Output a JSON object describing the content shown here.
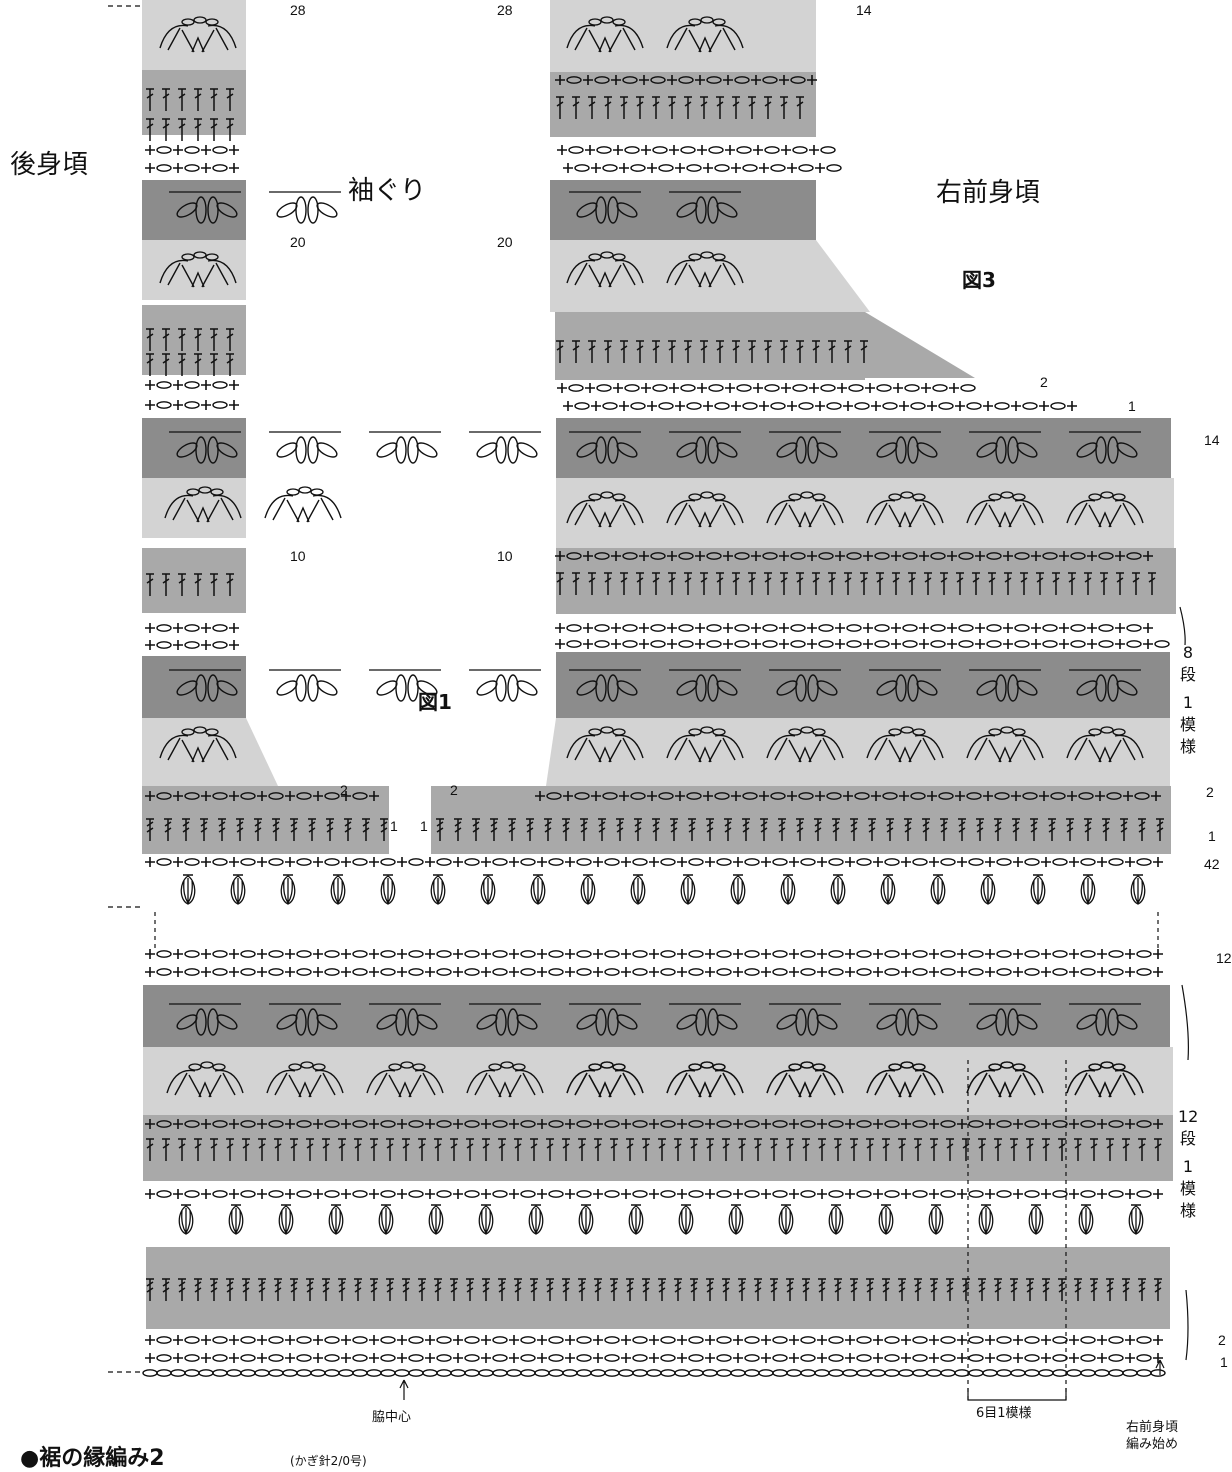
{
  "titles": {
    "back": "後身頃",
    "armhole": "袖ぐり",
    "front": "右前身頃",
    "fig1": "図1",
    "fig3": "図3"
  },
  "row_labels": {
    "back_28": "28",
    "back_20": "20",
    "back_10": "10",
    "back_2": "2",
    "back_1": "1",
    "front_28": "28",
    "front_14_top": "14",
    "front_20": "20",
    "front_2_top": "2",
    "front_1_top": "1",
    "front_14": "14",
    "front_10": "10",
    "front_2_left": "2",
    "front_1_left": "1",
    "right_2": "2",
    "right_1": "1",
    "right_42": "42",
    "right_12": "12",
    "bottom_2": "2",
    "bottom_1": "1"
  },
  "side_notes": {
    "upper": [
      "8",
      "段",
      "1",
      "模",
      "様"
    ],
    "lower": [
      "12",
      "段",
      "1",
      "模",
      "様"
    ]
  },
  "captions": {
    "side_center": "脇中心",
    "repeat": "6目1模様",
    "start_line1": "右前身頃",
    "start_line2": "編み始め",
    "bottom_heading": "●裾の縁編み2",
    "bottom_note": "(かぎ針2/0号)"
  },
  "colors": {
    "light": "#d3d3d3",
    "mid": "#a9a9a9",
    "dark": "#8c8c8c",
    "ink": "#111111"
  }
}
